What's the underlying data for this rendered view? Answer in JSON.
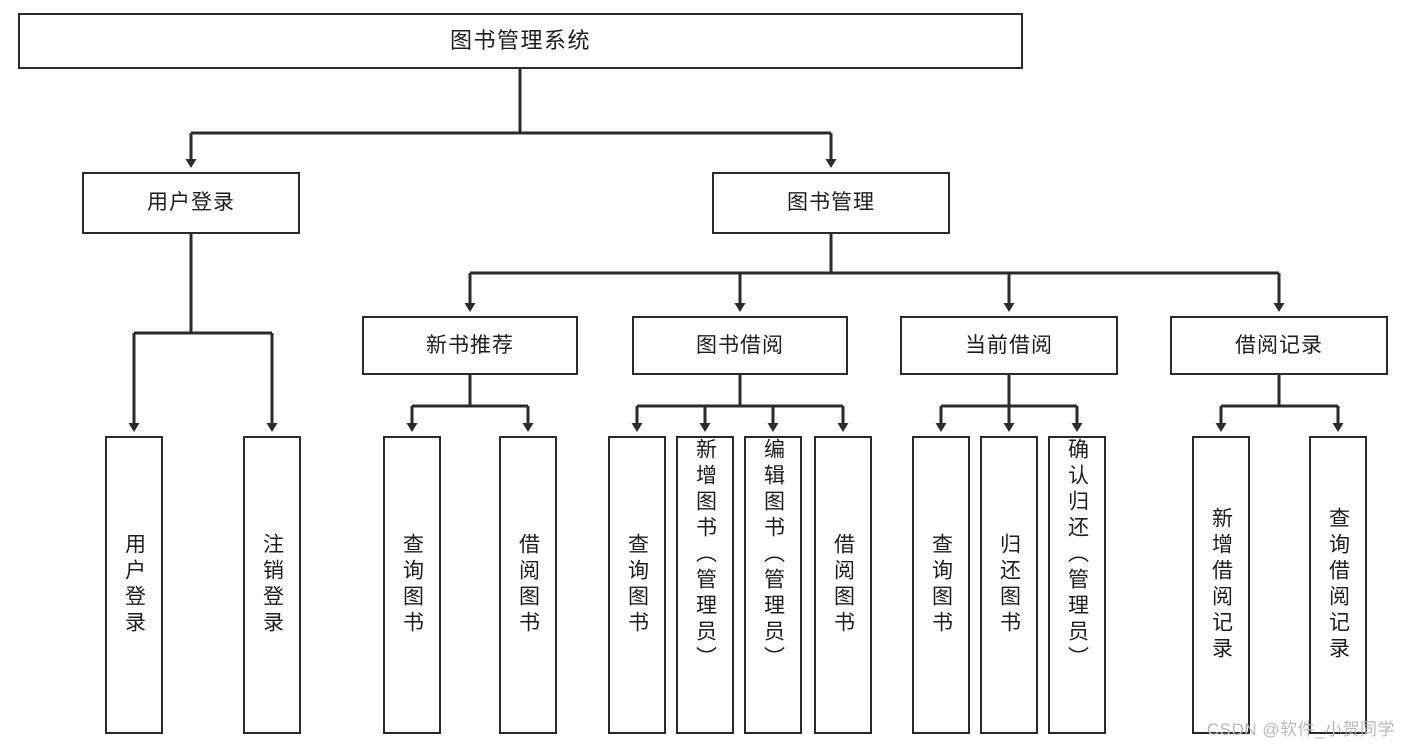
{
  "diagram": {
    "title": "图书管理系统",
    "type": "tree",
    "watermark": "CSDN @软件_小贺同学",
    "colors": {
      "box_border": "#2b2b2b",
      "box_fill": "#ffffff",
      "line": "#2b2b2b",
      "text": "#1d1d1d",
      "watermark": "#b9b9b9",
      "background": "#ffffff"
    },
    "root": {
      "label": "图书管理系统"
    },
    "level1": [
      {
        "label": "用户登录"
      },
      {
        "label": "图书管理"
      }
    ],
    "level2": [
      {
        "label": "新书推荐"
      },
      {
        "label": "图书借阅"
      },
      {
        "label": "当前借阅"
      },
      {
        "label": "借阅记录"
      }
    ],
    "leaves": {
      "user_login": [
        {
          "label": "用户登录"
        },
        {
          "label": "注销登录"
        }
      ],
      "new_book_recommend": [
        {
          "label": "查询图书"
        },
        {
          "label": "借阅图书"
        }
      ],
      "book_borrow": [
        {
          "label": "查询图书"
        },
        {
          "label": "新增图书（管理员）"
        },
        {
          "label": "编辑图书（管理员）"
        },
        {
          "label": "借阅图书"
        }
      ],
      "current_borrow": [
        {
          "label": "查询图书"
        },
        {
          "label": "归还图书"
        },
        {
          "label": "确认归还（管理员）"
        }
      ],
      "borrow_record": [
        {
          "label": "新增借阅记录"
        },
        {
          "label": "查询借阅记录"
        }
      ]
    }
  }
}
